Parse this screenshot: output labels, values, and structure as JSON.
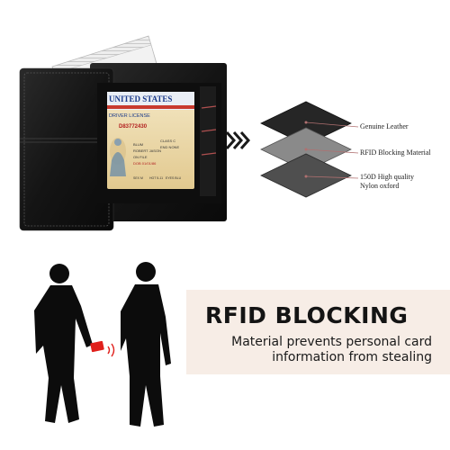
{
  "wallet": {
    "id_card": {
      "header": "UNITED STATES",
      "subheader": "DRIVER LICENSE",
      "dl_number": "D83772430",
      "exp": "DOB 01/01/86",
      "class": "CLASS C",
      "end": "END NONE",
      "name_last": "BLUM",
      "name_first": "ROBERT JASON",
      "address": "ON FILE",
      "sex": "SEX M",
      "height": "HGT 5-11",
      "eyes": "EYES BLU"
    }
  },
  "layers": [
    {
      "label": "Genuine Leather",
      "color": "#2b2b2b"
    },
    {
      "label": "RFID Blocking Material",
      "color": "#7a7a7a"
    },
    {
      "label": "150D High quality Nylon oxford",
      "line1": "150D High quality",
      "line2": "Nylon oxford",
      "color": "#4a4a4a"
    }
  ],
  "rfid": {
    "title": "RFID BLOCKING",
    "desc_line1": "Material prevents personal card",
    "desc_line2": "information from stealing",
    "accent_color": "#7a4a2e",
    "card_color": "#e0201c"
  },
  "arrow_icon": "double-chevron-right"
}
